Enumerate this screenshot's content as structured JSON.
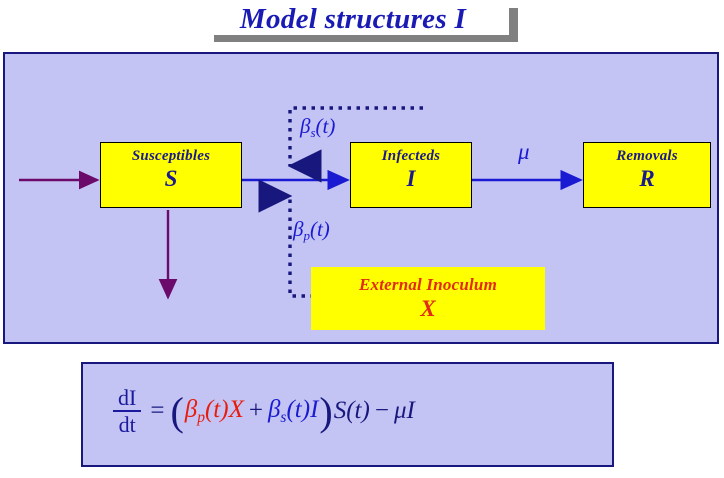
{
  "slide": {
    "title": "Model structures I",
    "title_color": "#1a1ab4",
    "title_shadow_color": "#808080",
    "panel_bg": "#c4c4f4",
    "panel_border": "#17177e"
  },
  "diagram": {
    "nodes": [
      {
        "id": "susceptibles",
        "name": "Susceptibles",
        "symbol": "S",
        "fill": "#ffff00",
        "text_color": "#1a1a8c"
      },
      {
        "id": "infecteds",
        "name": "Infecteds",
        "symbol": "I",
        "fill": "#ffff00",
        "text_color": "#1a1a8c"
      },
      {
        "id": "removals",
        "name": "Removals",
        "symbol": "R",
        "fill": "#ffff00",
        "text_color": "#1a1a8c"
      },
      {
        "id": "inoculum",
        "name": "External Inoculum",
        "symbol": "X",
        "fill": "#ffff00",
        "text_color": "#e22b12"
      }
    ],
    "rate_labels": {
      "beta_s": {
        "greek": "β",
        "subscript": "s",
        "arg": "(t)",
        "color": "#1a1ad2"
      },
      "beta_p": {
        "greek": "β",
        "subscript": "p",
        "arg": "(t)",
        "color": "#1a1ad2"
      },
      "mu": {
        "greek": "μ",
        "color": "#1a1ad2"
      }
    },
    "arrow_colors": {
      "inflow": "#6b0a6b",
      "outflow": "#6b0a6b",
      "transition": "#1a1ad2",
      "dotted_feedback": "#17177e"
    }
  },
  "equation": {
    "lhs_num": "dI",
    "lhs_den": "dt",
    "equals": "=",
    "open_paren": "(",
    "term1_beta": "β",
    "term1_sub": "p",
    "term1_arg": "(t)",
    "term1_var": "X",
    "plus": "+",
    "term2_beta": "β",
    "term2_sub": "s",
    "term2_arg": "(t)",
    "term2_var": "I",
    "close_paren": ")",
    "factor": "S",
    "factor_arg": "(t)",
    "minus": "−",
    "term3_mu": "μ",
    "term3_var": "I",
    "full_text": "dI/dt = ( βp(t)X + βs(t)I )S(t) − μI"
  }
}
